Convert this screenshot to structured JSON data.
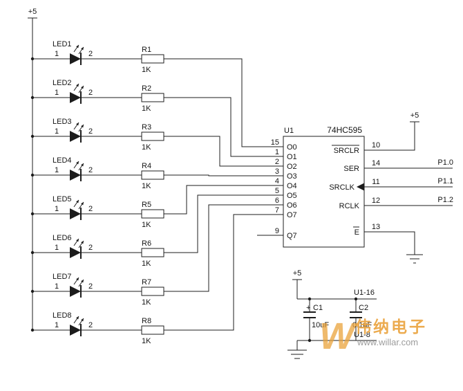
{
  "schematic": {
    "vcc_label": "+5",
    "leds": [
      {
        "name": "LED1",
        "pin_a": "1",
        "pin_k": "2",
        "res": "R1",
        "res_val": "1K"
      },
      {
        "name": "LED2",
        "pin_a": "1",
        "pin_k": "2",
        "res": "R2",
        "res_val": "1K"
      },
      {
        "name": "LED3",
        "pin_a": "1",
        "pin_k": "2",
        "res": "R3",
        "res_val": "1K"
      },
      {
        "name": "LED4",
        "pin_a": "1",
        "pin_k": "2",
        "res": "R4",
        "res_val": "1K"
      },
      {
        "name": "LED5",
        "pin_a": "1",
        "pin_k": "2",
        "res": "R5",
        "res_val": "1K"
      },
      {
        "name": "LED6",
        "pin_a": "1",
        "pin_k": "2",
        "res": "R6",
        "res_val": "1K"
      },
      {
        "name": "LED7",
        "pin_a": "1",
        "pin_k": "2",
        "res": "R7",
        "res_val": "1K"
      },
      {
        "name": "LED8",
        "pin_a": "1",
        "pin_k": "2",
        "res": "R8",
        "res_val": "1K"
      }
    ],
    "ic": {
      "ref": "U1",
      "part": "74HC595",
      "left_pins": [
        {
          "num": "15",
          "name": "O0"
        },
        {
          "num": "1",
          "name": "O1"
        },
        {
          "num": "2",
          "name": "O2"
        },
        {
          "num": "3",
          "name": "O3"
        },
        {
          "num": "4",
          "name": "O4"
        },
        {
          "num": "5",
          "name": "O5"
        },
        {
          "num": "6",
          "name": "O6"
        },
        {
          "num": "7",
          "name": "O7"
        },
        {
          "num": "9",
          "name": "Q7"
        }
      ],
      "right_pins": [
        {
          "num": "10",
          "name": "SRCLR",
          "active_low": true,
          "net": ""
        },
        {
          "num": "14",
          "name": "SER",
          "net": "P1.0"
        },
        {
          "num": "11",
          "name": "SRCLK",
          "clock": true,
          "net": "P1.1"
        },
        {
          "num": "12",
          "name": "RCLK",
          "net": "P1.2"
        },
        {
          "num": "13",
          "name": "E",
          "active_low": true,
          "net": ""
        }
      ]
    },
    "caps": {
      "c1_plus": "+",
      "c1_ref": "C1",
      "c1_val": "10uF",
      "c2_ref": "C2",
      "c2_val": "0.1uF",
      "vcc_net": "U1-16",
      "gnd_net": "U1-8"
    },
    "watermark": {
      "logo": "W",
      "brand": "伟纳电子",
      "url": "www.willar.com",
      "accent": "#eaa33c"
    }
  }
}
